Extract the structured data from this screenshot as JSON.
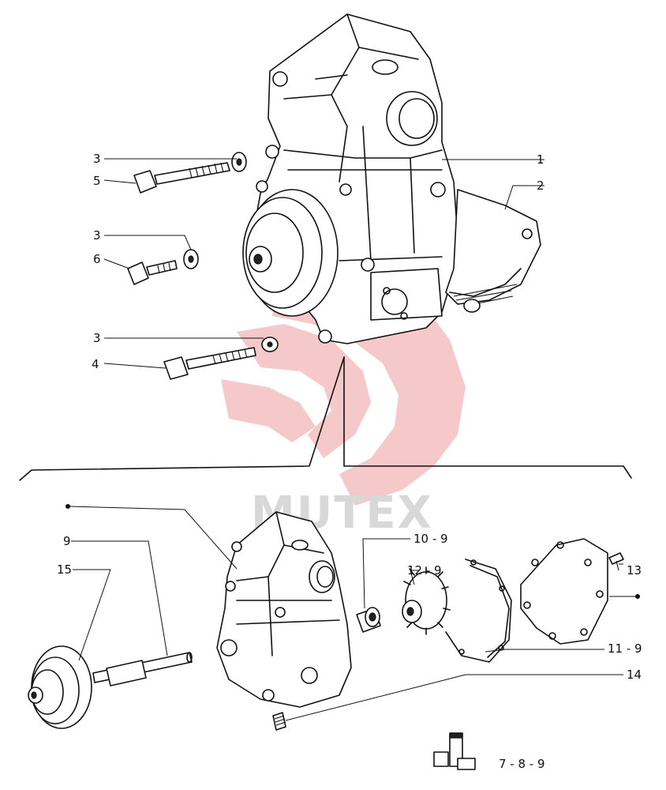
{
  "watermark": {
    "text": "MUTEX",
    "color": "#f2b7b7"
  },
  "callouts": {
    "c1": "1",
    "c2": "2",
    "c3a": "3",
    "c3b": "3",
    "c3c": "3",
    "c4": "4",
    "c5": "5",
    "c6": "6",
    "c9": "9",
    "c10_9": "10 - 9",
    "c11_9": "11 - 9",
    "c12_9": "12 - 9",
    "c13": "13",
    "c14": "14",
    "c15": "15",
    "c7_8_9": "7 - 8 - 9"
  },
  "icons": [
    "pump-housing-drawing",
    "pulley-drawing",
    "bolt-drawing",
    "washer-drawing",
    "impeller-drawing",
    "gasket-drawing",
    "cover-drawing",
    "kit-icon"
  ]
}
